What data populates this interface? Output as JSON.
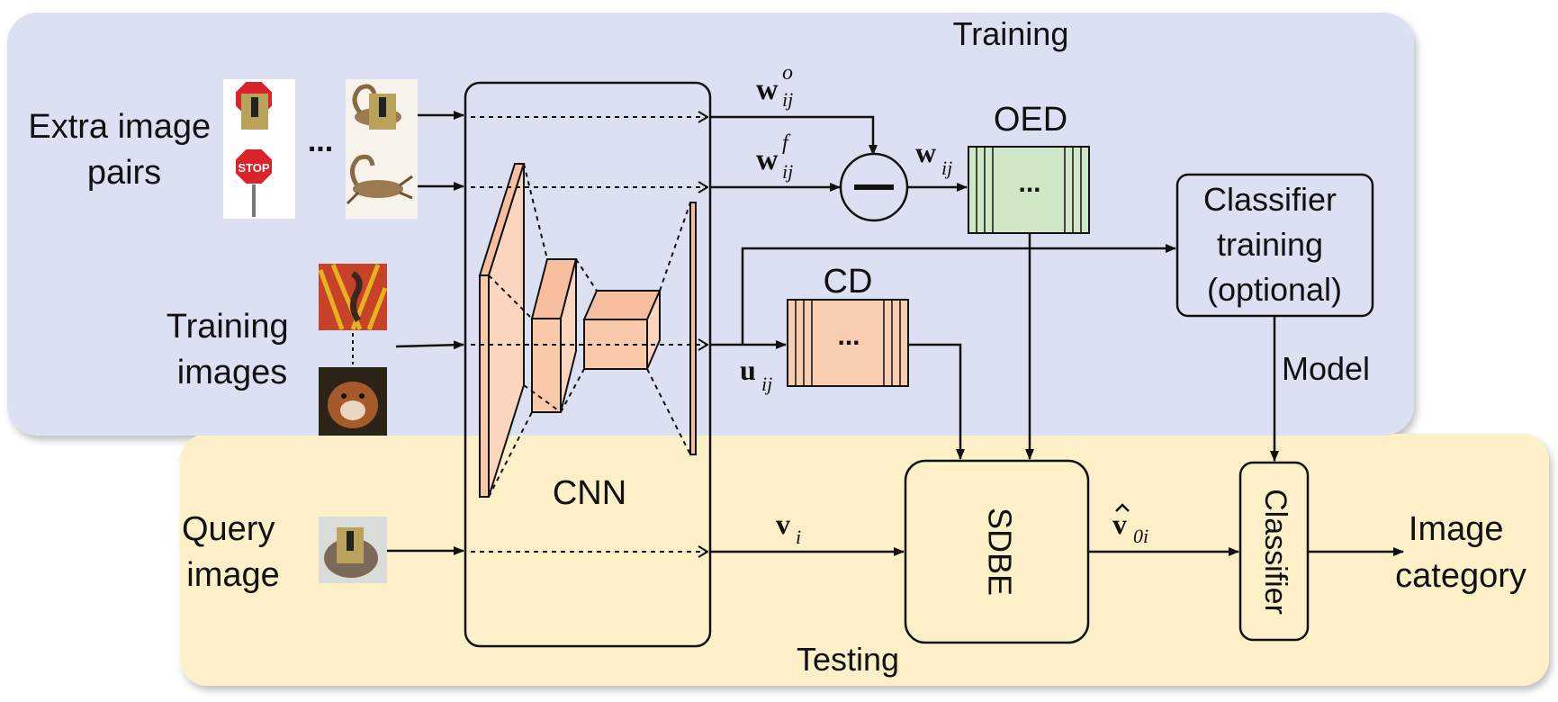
{
  "regions": {
    "training": "Training",
    "testing": "Testing"
  },
  "inputs": {
    "extra_pairs": [
      "Extra image",
      "pairs"
    ],
    "extra_ellipsis": "...",
    "training_images": [
      "Training",
      "images"
    ],
    "query": [
      "Query",
      "image"
    ]
  },
  "cnn": {
    "label": "CNN"
  },
  "math": {
    "w": "w",
    "sup_o": "o",
    "sup_f": "f",
    "sub_ij": "ij",
    "u": "u",
    "v": "v",
    "sub_i": "i",
    "vhat_sub": "0i",
    "minus": "−"
  },
  "blocks": {
    "oed": "OED",
    "cd": "CD",
    "dots": "...",
    "classifier_training": [
      "Classifier",
      "training",
      "(optional)"
    ],
    "model": "Model",
    "sdbe": "SDBE",
    "classifier": "Classifier",
    "output": [
      "Image",
      "category"
    ]
  },
  "colors": {
    "training_bg": "#dbe1f3",
    "testing_bg": "#fdf0c9",
    "oed_fill": "#cfe7c6",
    "cd_fill": "#f8cdb0",
    "cnn_layer_fill": "#f9c9aa"
  }
}
